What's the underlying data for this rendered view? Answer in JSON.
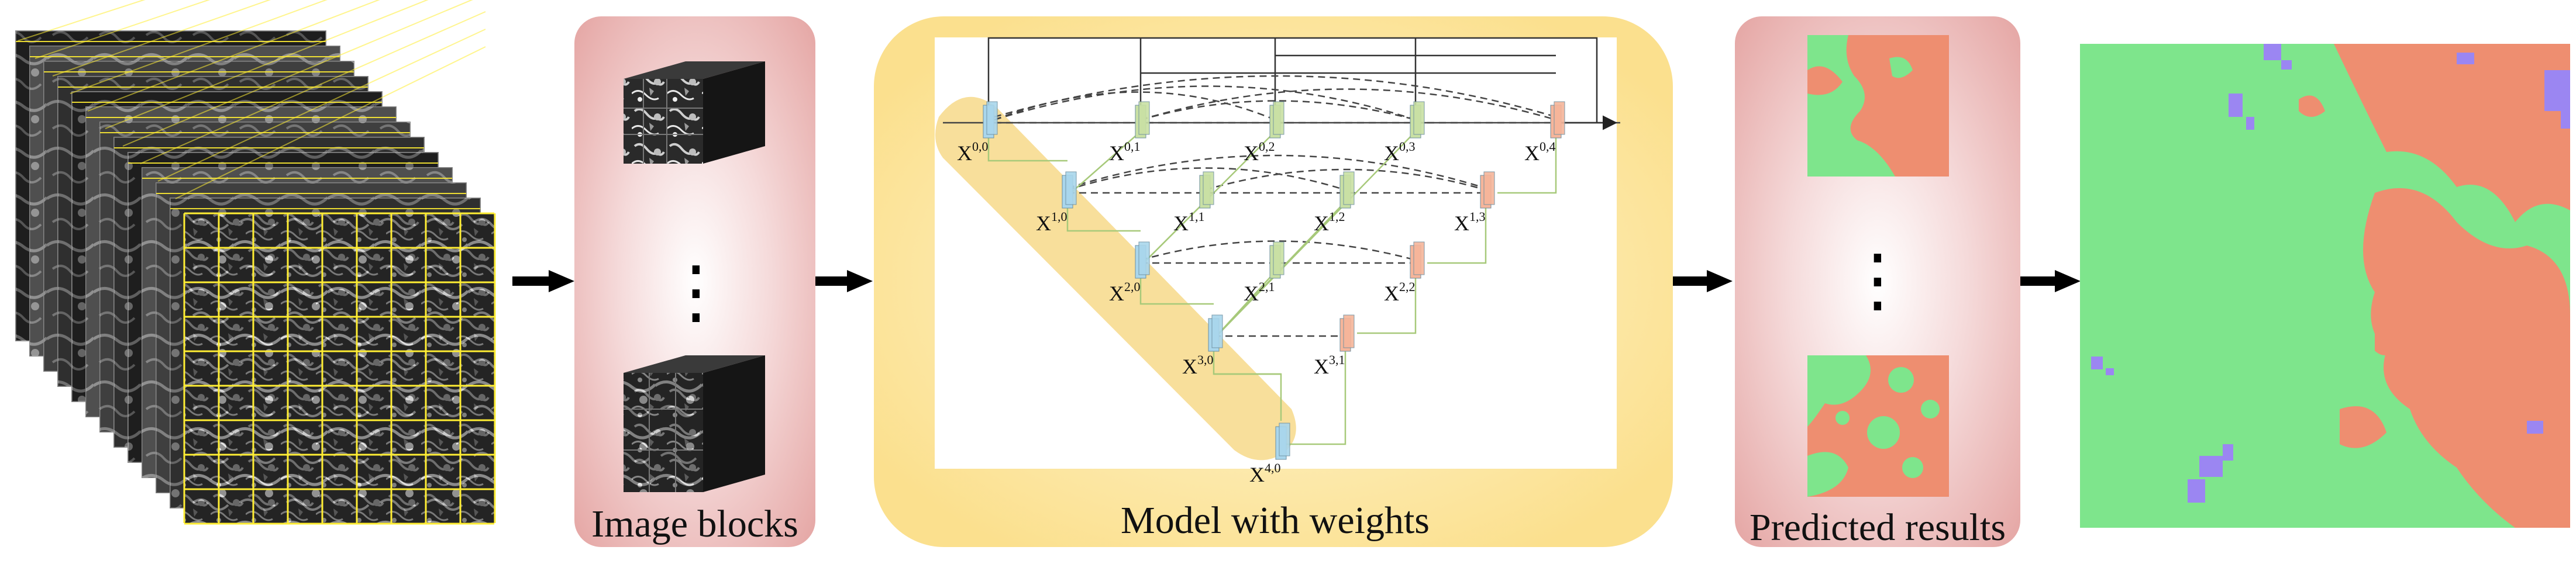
{
  "panels": {
    "image_blocks": {
      "caption": "Image blocks",
      "ellipsis": "⋮"
    },
    "model": {
      "caption": "Model with weights"
    },
    "predicted": {
      "caption": "Predicted results",
      "ellipsis": "⋮"
    }
  },
  "nodes": [
    {
      "id": "x00",
      "base": "X",
      "sup": "0,0"
    },
    {
      "id": "x01",
      "base": "X",
      "sup": "0,1"
    },
    {
      "id": "x02",
      "base": "X",
      "sup": "0,2"
    },
    {
      "id": "x03",
      "base": "X",
      "sup": "0,3"
    },
    {
      "id": "x04",
      "base": "X",
      "sup": "0,4"
    },
    {
      "id": "x10",
      "base": "X",
      "sup": "1,0"
    },
    {
      "id": "x11",
      "base": "X",
      "sup": "1,1"
    },
    {
      "id": "x12",
      "base": "X",
      "sup": "1,2"
    },
    {
      "id": "x13",
      "base": "X",
      "sup": "1,3"
    },
    {
      "id": "x20",
      "base": "X",
      "sup": "2,0"
    },
    {
      "id": "x21",
      "base": "X",
      "sup": "2,1"
    },
    {
      "id": "x22",
      "base": "X",
      "sup": "2,2"
    },
    {
      "id": "x30",
      "base": "X",
      "sup": "3,0"
    },
    {
      "id": "x31",
      "base": "X",
      "sup": "3,1"
    },
    {
      "id": "x40",
      "base": "X",
      "sup": "4,0"
    }
  ],
  "colors": {
    "grid_line": "#ffee33",
    "block_panel": "#e8aaa8",
    "model_panel": "#fbe39a",
    "encoder_band": "#f6d98a",
    "encoder_node": "#a9d6ec",
    "decoder_node": "#c9e0a4",
    "output_node": "#f6b59a",
    "class_green": "#7ee58c",
    "class_salmon": "#ee8e70",
    "class_purple": "#9b86f2",
    "arrow": "#000000"
  }
}
